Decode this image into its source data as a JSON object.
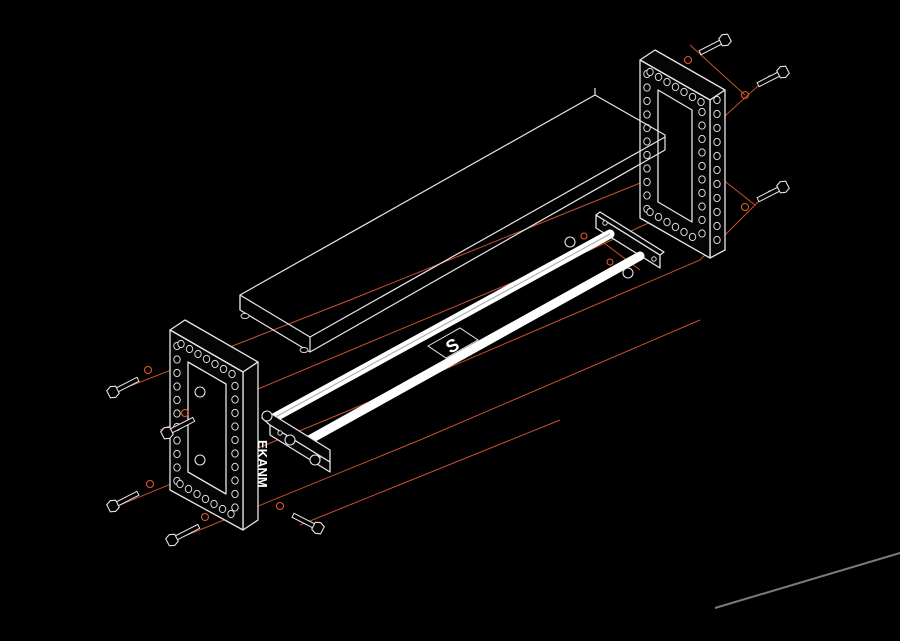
{
  "diagram": {
    "brand_left": "EKANM",
    "brand_center": "S",
    "colors": {
      "background": "#000000",
      "line": "#e6e6e6",
      "axis": "#c9512b",
      "rod": "#ffffff"
    },
    "parts": {
      "frames": 2,
      "shelf": 1,
      "rods": 2,
      "bolts": 8
    }
  }
}
